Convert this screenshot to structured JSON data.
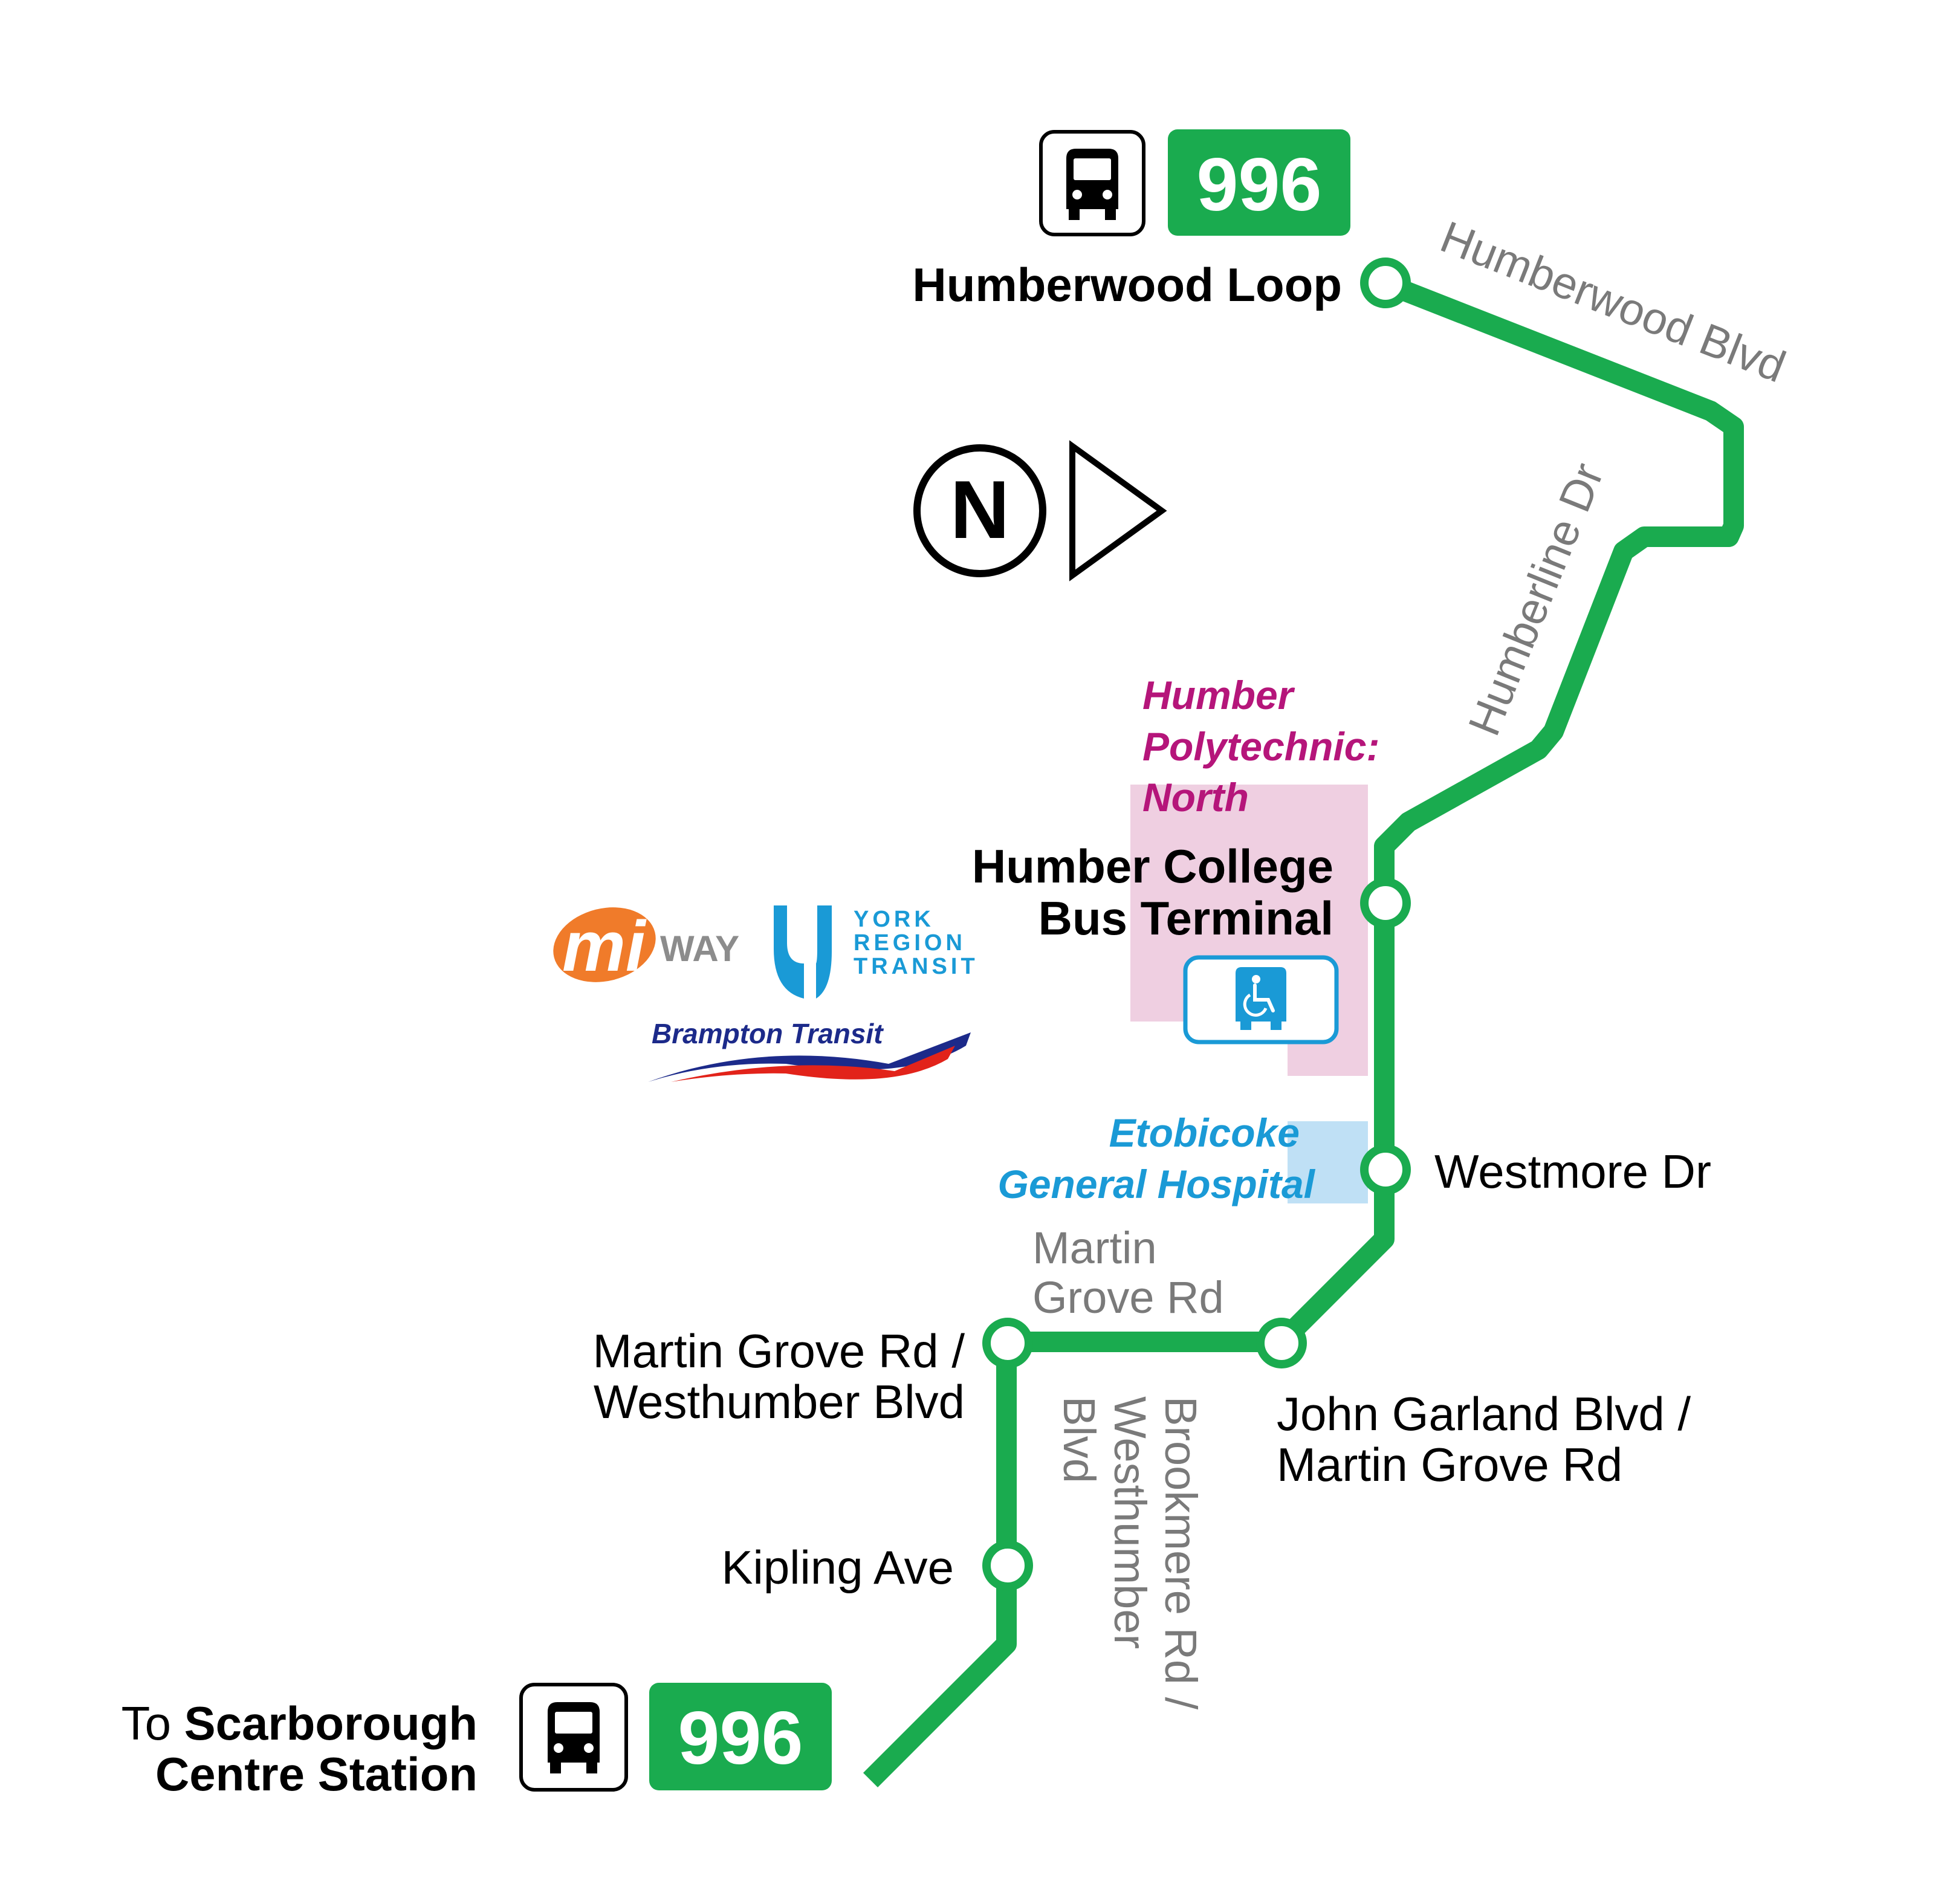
{
  "route": {
    "number": "996",
    "color": "#1aab4f"
  },
  "stops": {
    "humberwood_loop": "Humberwood Loop",
    "humber_college_line1": "Humber College",
    "humber_college_line2": "Bus Terminal",
    "westmore": "Westmore Dr",
    "john_garland_line1": "John Garland Blvd /",
    "john_garland_line2": "Martin Grove Rd",
    "martin_grove_westhumber_line1": "Martin Grove Rd /",
    "martin_grove_westhumber_line2": "Westhumber Blvd",
    "kipling": "Kipling Ave"
  },
  "destination": {
    "prefix": "To",
    "line1": "Scarborough",
    "line2": "Centre Station"
  },
  "streets": {
    "humberwood_blvd": "Humberwood Blvd",
    "humberline_dr": "Humberline Dr",
    "martin_grove_line1": "Martin",
    "martin_grove_line2": "Grove Rd",
    "brookmere_line1": "Brookmere Rd /",
    "brookmere_line2": "Westhumber",
    "brookmere_line3": "Blvd"
  },
  "pois": {
    "humber_line1": "Humber",
    "humber_line2": "Polytechnic:",
    "humber_line3": "North",
    "humber_color": "#b5157a",
    "humber_area_color": "#efcfe1",
    "etobicoke_line1": "Etobicoke",
    "etobicoke_line2": "General Hospital",
    "etobicoke_color": "#1a9ad6",
    "etobicoke_area_color": "#bfe0f5"
  },
  "compass": {
    "letter": "N"
  },
  "logos": {
    "miway_mi": "mi",
    "miway_way": "WAY",
    "yrt_line1": "YORK",
    "yrt_line2": "REGION",
    "yrt_line3": "TRANSIT",
    "brampton": "Brampton Transit"
  },
  "icons": {
    "bus": "bus-icon",
    "accessible": "wheelchair-accessible-icon",
    "compass_arrow": "north-arrow-icon"
  }
}
